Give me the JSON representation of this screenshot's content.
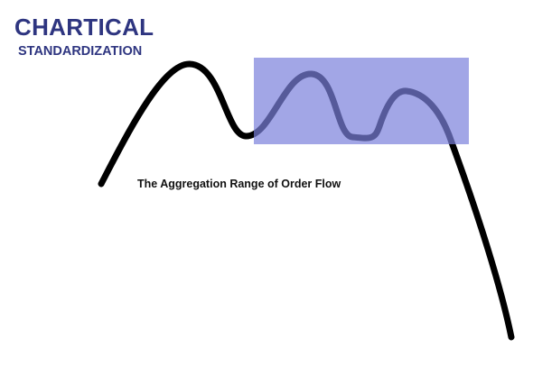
{
  "brand": {
    "title": "CHARTICAL",
    "subtitle": "STANDARDIZATION",
    "color": "#2e3580"
  },
  "diagram": {
    "caption": "The Aggregation Range of Order Flow",
    "line_color": "#000000",
    "zone_color": "#7b80dc",
    "zone_opacity": 0.7
  }
}
